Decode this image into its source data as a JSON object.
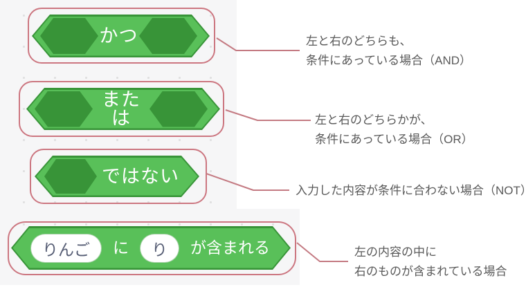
{
  "colors": {
    "workspace_background": "#f6f6f7",
    "page_background": "#ffffff",
    "block_fill": "#59c059",
    "block_border": "#389438",
    "slot_fill": "#389438",
    "callout_outline": "#cc7680",
    "annotation_text": "#595959",
    "input_text": "#575e75",
    "block_label_text": "#ffffff"
  },
  "blocks": [
    {
      "label": "かつ",
      "annotation_line1": "左と右のどちらも、",
      "annotation_line2": "条件にあっている場合（AND）"
    },
    {
      "label": "または",
      "annotation_line1": "左と右のどちらかが、",
      "annotation_line2": "条件にあっている場合（OR）"
    },
    {
      "label": "ではない",
      "annotation_line1": "入力した内容が条件に合わない場合（NOT）"
    },
    {
      "input1": "りんご",
      "label_middle": "に",
      "input2": "り",
      "label_suffix": "が含まれる",
      "annotation_line1": "左の内容の中に",
      "annotation_line2": "右のものが含まれている場合"
    }
  ]
}
